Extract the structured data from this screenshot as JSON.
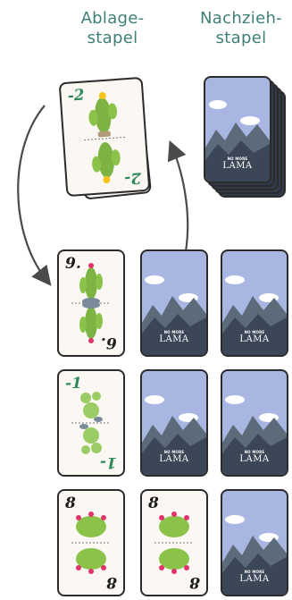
{
  "labels": {
    "discard": "Ablage-\nstapel",
    "draw": "Nachzieh-\nstapel"
  },
  "colors": {
    "label": "#3f7f78",
    "card_border": "#2b2b2b",
    "card_face": "#fbf8f3",
    "sky": "#a9b6e2",
    "mountain_far": "#5c6b7a",
    "mountain_near": "#3b4656",
    "cactus": "#7cb342",
    "flower_pink": "#e2336b",
    "number_green": "#2f8a5a"
  },
  "back_brand": {
    "small": "NO MORE",
    "big": "LAMA"
  },
  "discard_pile": {
    "top_value_tl": "-2",
    "top_value_br": "2-"
  },
  "grid": [
    [
      {
        "type": "face",
        "tl": "9.",
        "br": "6.",
        "color": "dark",
        "icon": "tall-cactus-icon"
      },
      {
        "type": "back"
      },
      {
        "type": "back"
      }
    ],
    [
      {
        "type": "face",
        "tl": "-1",
        "br": "1-",
        "color": "green",
        "icon": "round-cactus-icon"
      },
      {
        "type": "back"
      },
      {
        "type": "back"
      }
    ],
    [
      {
        "type": "face",
        "tl": "8",
        "br": "8",
        "color": "dark",
        "icon": "flowering-cactus-icon"
      },
      {
        "type": "face",
        "tl": "8",
        "br": "8",
        "color": "dark",
        "icon": "flowering-cactus-icon"
      },
      {
        "type": "back"
      }
    ]
  ]
}
